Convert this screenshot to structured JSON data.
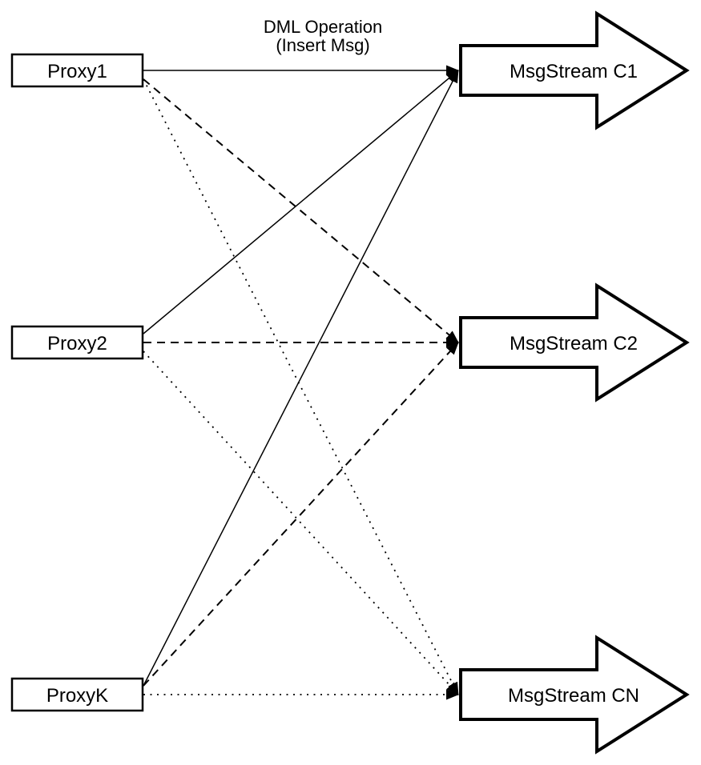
{
  "diagram": {
    "title_annotation": {
      "line1": "DML Operation",
      "line2": "(Insert Msg)"
    },
    "proxies": [
      {
        "id": "proxy1",
        "label": "Proxy1"
      },
      {
        "id": "proxy2",
        "label": "Proxy2"
      },
      {
        "id": "proxyk",
        "label": "ProxyK"
      }
    ],
    "streams": [
      {
        "id": "c1",
        "label": "MsgStream C1"
      },
      {
        "id": "c2",
        "label": "MsgStream C2"
      },
      {
        "id": "cn",
        "label": "MsgStream CN"
      }
    ],
    "edges": [
      {
        "from": "proxy1",
        "to": "c1",
        "style": "solid"
      },
      {
        "from": "proxy1",
        "to": "c2",
        "style": "dashed"
      },
      {
        "from": "proxy1",
        "to": "cn",
        "style": "dotted"
      },
      {
        "from": "proxy2",
        "to": "c1",
        "style": "solid"
      },
      {
        "from": "proxy2",
        "to": "c2",
        "style": "dashed"
      },
      {
        "from": "proxy2",
        "to": "cn",
        "style": "dotted"
      },
      {
        "from": "proxyk",
        "to": "c1",
        "style": "solid"
      },
      {
        "from": "proxyk",
        "to": "c2",
        "style": "dashed"
      },
      {
        "from": "proxyk",
        "to": "cn",
        "style": "dotted"
      }
    ],
    "colors": {
      "stroke": "#000000",
      "node_fill": "#ffffff",
      "background": "#ffffff"
    }
  }
}
